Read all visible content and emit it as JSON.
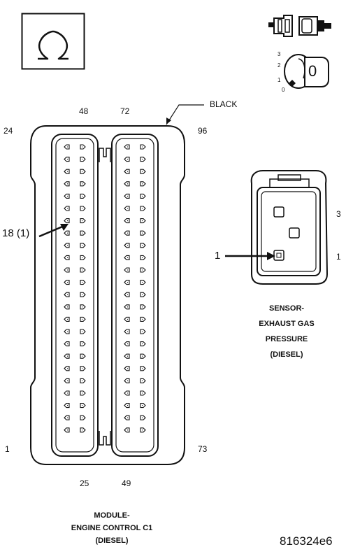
{
  "ecm_connector": {
    "color_label": "BLACK",
    "pin_numbers": {
      "top_col1": "48",
      "top_col2": "72",
      "top_left": "24",
      "top_right": "96",
      "bottom_left": "1",
      "bottom_right": "73",
      "bottom_col1": "25",
      "bottom_col2": "49"
    },
    "callout": "18 (1)",
    "caption": [
      "MODULE-",
      "ENGINE CONTROL C1",
      "(DIESEL)"
    ]
  },
  "sensor_connector": {
    "pin_numbers": {
      "right_upper": "3",
      "right_lower": "1"
    },
    "callout": "1",
    "caption": [
      "SENSOR-",
      "EXHAUST GAS",
      "PRESSURE",
      "(DIESEL)"
    ]
  },
  "figure_id": "816324e6",
  "icons": [
    "ohmmeter-icon",
    "disconnect-connector-icon",
    "ignition-off-icon"
  ],
  "ignition_positions": [
    "3",
    "2",
    "1",
    "0"
  ],
  "ignition_key_label": "0"
}
